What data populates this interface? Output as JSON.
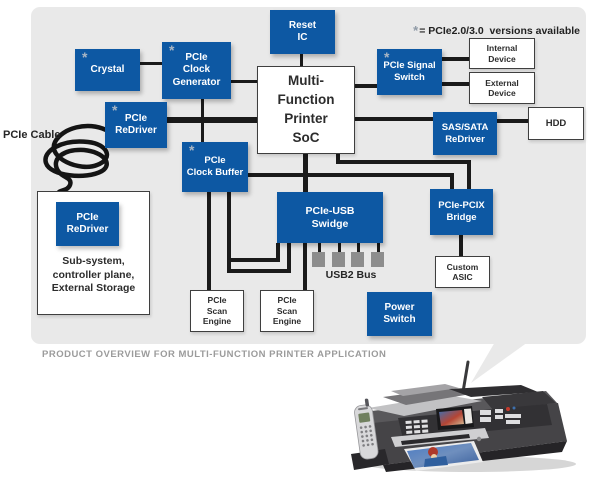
{
  "legend": {
    "star_char": "*",
    "note": "= PCIe2.0/3.0  versions available"
  },
  "caption": "PRODUCT OVERVIEW FOR MULTI-FUNCTION PRINTER APPLICATION",
  "labels": {
    "pcie_cable": "PCIe Cable",
    "usb2_bus": "USB2 Bus"
  },
  "boxes": {
    "reset_ic": "Reset\nIC",
    "crystal": "Crystal",
    "clock_generator": "PCIe\nClock\nGenerator",
    "signal_switch": "PCIe Signal\nSwitch",
    "internal_device": "Internal\nDevice",
    "external_device": "External\nDevice",
    "redriver": "PCIe\nReDriver",
    "soc": "Multi-\nFunction\nPrinter\nSoC",
    "sas_sata": "SAS/SATA\nReDriver",
    "hdd": "HDD",
    "clock_buffer": "PCIe\nClock Buffer",
    "swidge": "PCIe-USB\nSwidge",
    "pcix_bridge": "PCIe-PCIX\nBridge",
    "custom_asic": "Custom\nASIC",
    "scan_engine": "PCIe\nScan\nEngine",
    "power_switch": "Power\nSwitch",
    "subsystem_caption": "Sub-system,\ncontroller plane,\nExternal Storage"
  },
  "colors": {
    "box_blue": "#0d58a3",
    "connector_black": "#1a1a1a",
    "panel_gray": "#e9e9e9",
    "caption_gray": "#9b9b9b",
    "star_gray": "#a9b6c4"
  }
}
